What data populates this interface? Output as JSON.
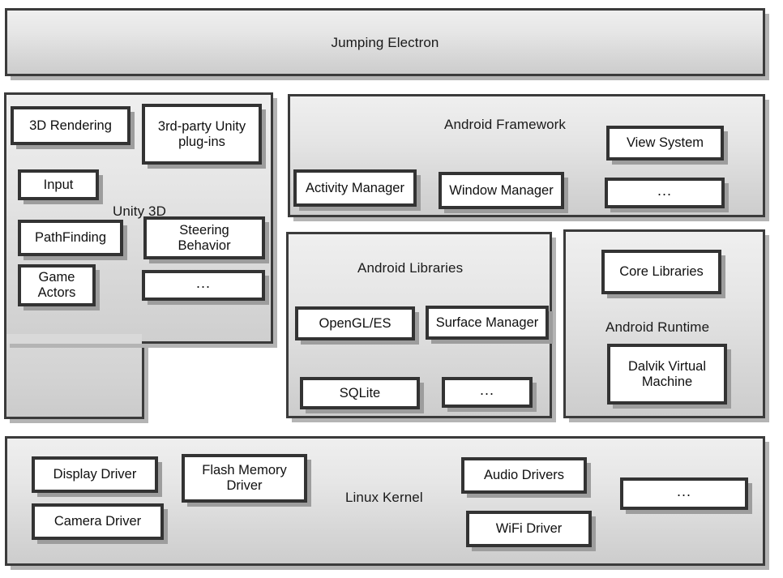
{
  "diagram": {
    "title": "Jumping Electron",
    "background_color": "#ffffff",
    "panel_border_color": "#3b3b3b",
    "box_border_color": "#333333",
    "box_fill_color": "#ffffff",
    "shadow_color": "#9d9d9d",
    "ellipsis": "..."
  },
  "top_layer": {
    "label": "Jumping Electron"
  },
  "unity": {
    "label": "Unity 3D",
    "boxes": [
      {
        "label": "3D Rendering"
      },
      {
        "label": "3rd-party Unity plug-ins"
      },
      {
        "label": "Input"
      },
      {
        "label": "PathFinding"
      },
      {
        "label": "Steering Behavior"
      },
      {
        "label": "Game Actors"
      },
      {
        "label": "..."
      }
    ]
  },
  "android_framework": {
    "label": "Android Framework",
    "boxes": [
      {
        "label": "Activity Manager"
      },
      {
        "label": "Window Manager"
      },
      {
        "label": "View System"
      },
      {
        "label": "..."
      }
    ]
  },
  "android_libraries": {
    "label": "Android Libraries",
    "boxes": [
      {
        "label": "OpenGL/ES"
      },
      {
        "label": "Surface Manager"
      },
      {
        "label": "SQLite"
      },
      {
        "label": "..."
      }
    ]
  },
  "android_runtime": {
    "label": "Android Runtime",
    "boxes": [
      {
        "label": "Core Libraries"
      },
      {
        "label": "Dalvik Virtual Machine"
      }
    ]
  },
  "linux_kernel": {
    "label": "Linux Kernel",
    "boxes": [
      {
        "label": "Display Driver"
      },
      {
        "label": "Flash Memory Driver"
      },
      {
        "label": "Audio Drivers"
      },
      {
        "label": "Camera Driver"
      },
      {
        "label": "WiFi Driver"
      },
      {
        "label": "..."
      }
    ]
  }
}
